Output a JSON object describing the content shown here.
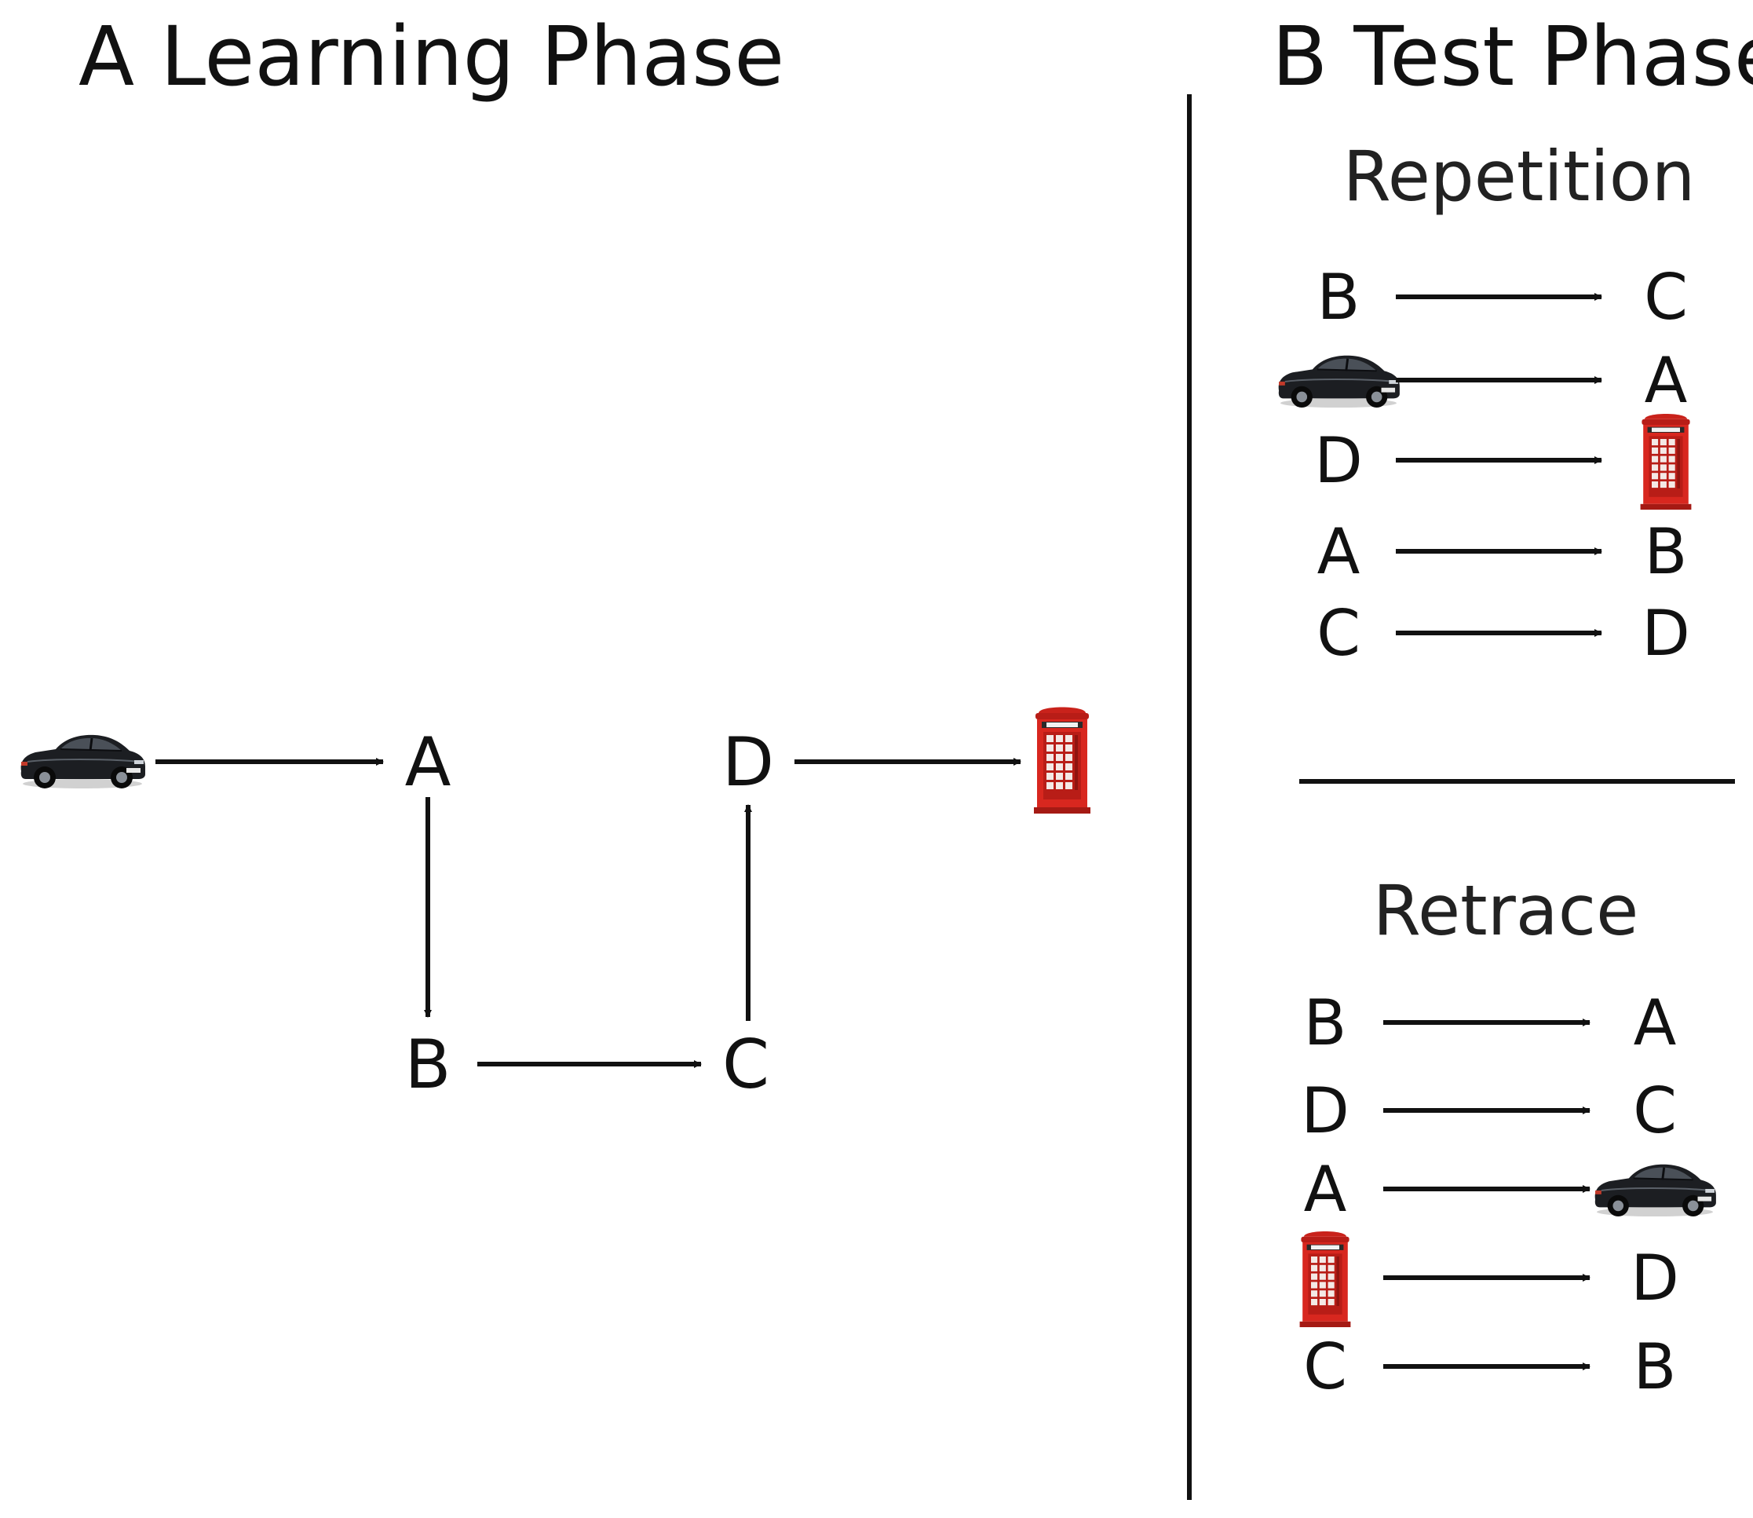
{
  "panel_a": {
    "title": "A Learning Phase",
    "nodes": [
      {
        "id": "car",
        "kind": "car-image"
      },
      {
        "id": "A",
        "kind": "letter",
        "label": "A"
      },
      {
        "id": "B",
        "kind": "letter",
        "label": "B"
      },
      {
        "id": "C",
        "kind": "letter",
        "label": "C"
      },
      {
        "id": "D",
        "kind": "letter",
        "label": "D"
      },
      {
        "id": "booth",
        "kind": "phone-booth-image"
      }
    ],
    "edges": [
      {
        "from": "car",
        "to": "A"
      },
      {
        "from": "A",
        "to": "B"
      },
      {
        "from": "B",
        "to": "C"
      },
      {
        "from": "C",
        "to": "D"
      },
      {
        "from": "D",
        "to": "booth"
      }
    ]
  },
  "panel_b": {
    "title": "B Test Phase",
    "repetition": {
      "title": "Repetition",
      "rows": [
        {
          "cue": {
            "type": "letter",
            "label": "B"
          },
          "target": {
            "type": "letter",
            "label": "C"
          }
        },
        {
          "cue": {
            "type": "image",
            "icon": "car-icon"
          },
          "target": {
            "type": "letter",
            "label": "A"
          }
        },
        {
          "cue": {
            "type": "letter",
            "label": "D"
          },
          "target": {
            "type": "image",
            "icon": "phone-booth-icon"
          }
        },
        {
          "cue": {
            "type": "letter",
            "label": "A"
          },
          "target": {
            "type": "letter",
            "label": "B"
          }
        },
        {
          "cue": {
            "type": "letter",
            "label": "C"
          },
          "target": {
            "type": "letter",
            "label": "D"
          }
        }
      ]
    },
    "retrace": {
      "title": "Retrace",
      "rows": [
        {
          "cue": {
            "type": "letter",
            "label": "B"
          },
          "target": {
            "type": "letter",
            "label": "A"
          }
        },
        {
          "cue": {
            "type": "letter",
            "label": "D"
          },
          "target": {
            "type": "letter",
            "label": "C"
          }
        },
        {
          "cue": {
            "type": "letter",
            "label": "A"
          },
          "target": {
            "type": "image",
            "icon": "car-icon"
          }
        },
        {
          "cue": {
            "type": "image",
            "icon": "phone-booth-icon"
          },
          "target": {
            "type": "letter",
            "label": "D"
          }
        },
        {
          "cue": {
            "type": "letter",
            "label": "C"
          },
          "target": {
            "type": "letter",
            "label": "B"
          }
        }
      ]
    }
  },
  "colors": {
    "ink": "#111111",
    "car_body": "#1c1e22",
    "booth_red": "#d8271f"
  }
}
